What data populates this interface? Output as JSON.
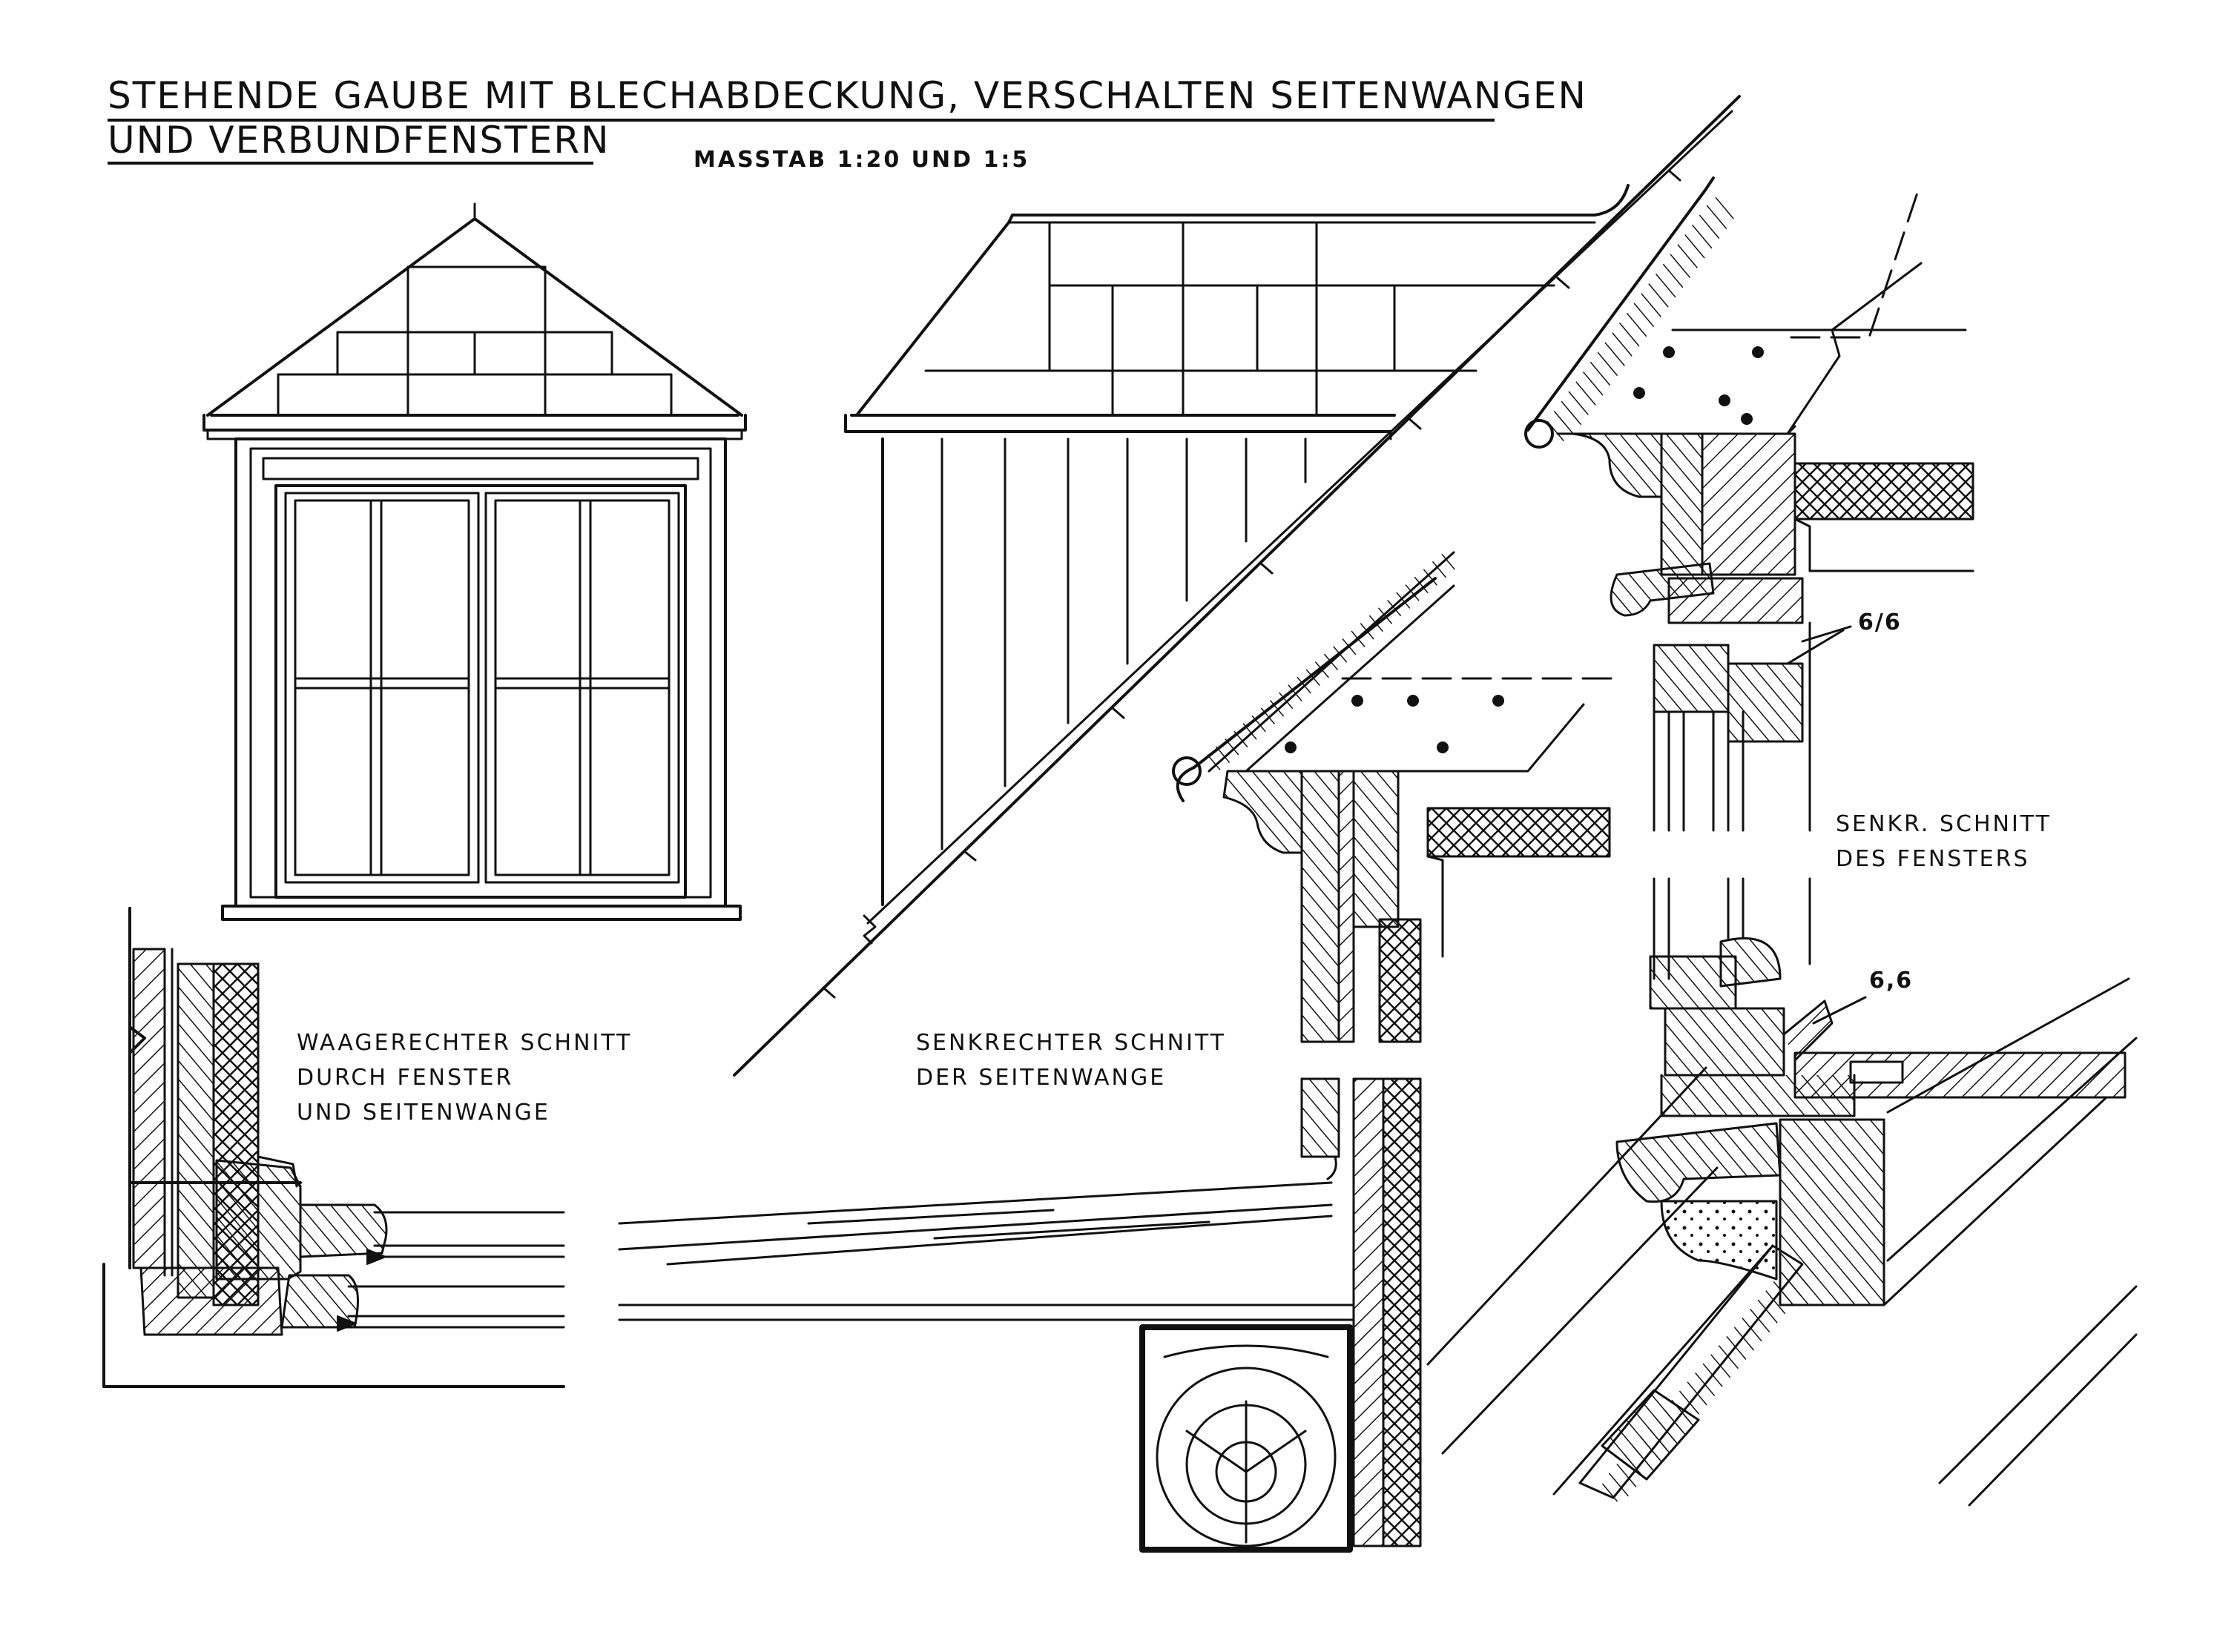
{
  "title": {
    "line1": "STEHENDE GAUBE MIT BLECHABDECKUNG, VERSCHALTEN SEITENWANGEN",
    "line2": "UND VERBUNDFENSTERN"
  },
  "scale": "MASSTAB 1:20 UND 1:5",
  "captions": {
    "horizontal": [
      "WAAGERECHTER SCHNITT",
      "DURCH FENSTER",
      "UND SEITENWANGE"
    ],
    "side_wall": [
      "SENKRECHTER SCHNITT",
      "DER SEITENWANGE"
    ],
    "window": [
      "SENKR. SCHNITT",
      "DES FENSTERS"
    ]
  },
  "dimensions": {
    "upper": "6/6",
    "lower": "6,6"
  },
  "colors": {
    "ink": "#111111",
    "paper": "#ffffff"
  }
}
